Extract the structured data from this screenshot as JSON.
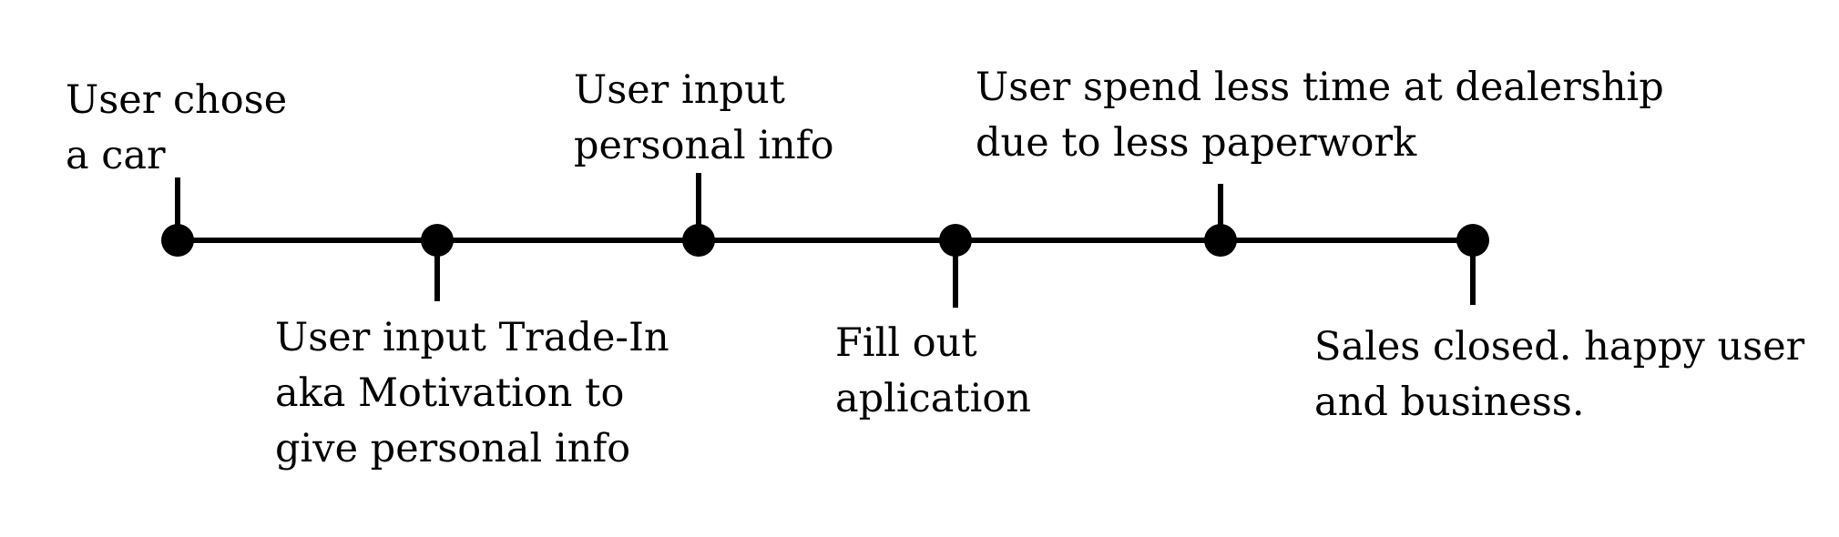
{
  "diagram": {
    "line_color": "#000000",
    "events": [
      {
        "label": "User chose\na car",
        "side": "above"
      },
      {
        "label": "User input Trade-In\naka Motivation to\ngive personal info",
        "side": "below"
      },
      {
        "label": "User input\npersonal info",
        "side": "above"
      },
      {
        "label": "Fill out\naplication",
        "side": "below"
      },
      {
        "label": "User spend less time at dealership\ndue to less paperwork",
        "side": "above"
      },
      {
        "label": "Sales closed. happy user\nand business.",
        "side": "below"
      }
    ]
  }
}
